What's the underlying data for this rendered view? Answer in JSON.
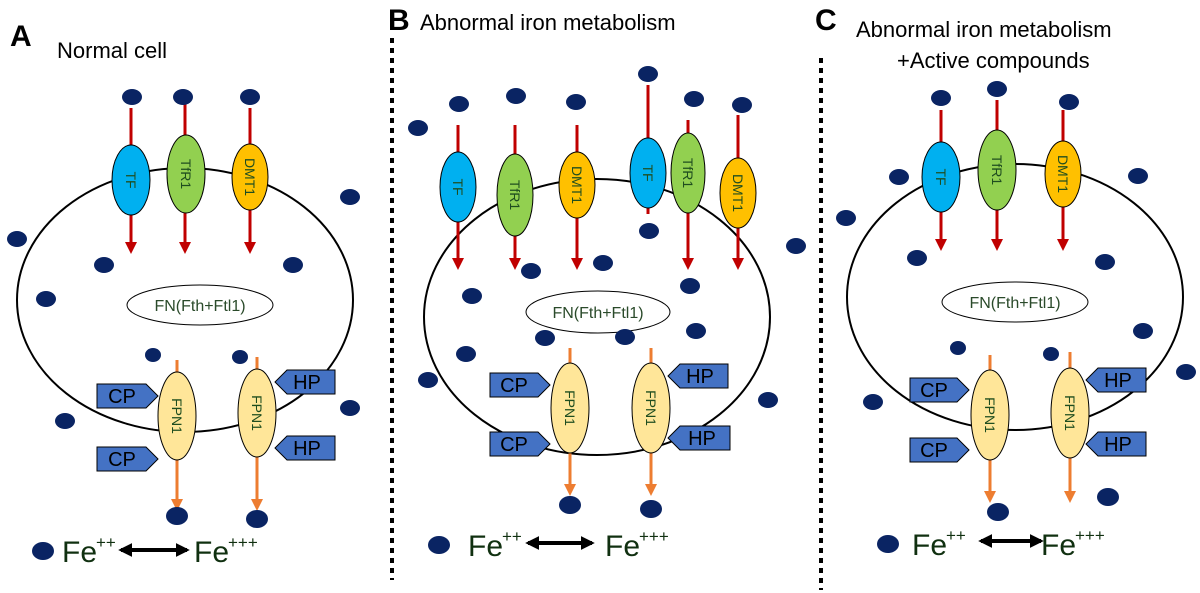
{
  "panels": [
    {
      "letter": "A",
      "title_lines": [
        "Normal cell"
      ],
      "receptors": [
        {
          "label": "TF"
        },
        {
          "label": "TfR1"
        },
        {
          "label": "DMT1"
        }
      ],
      "ferritin": "FN(Fth+Ftl1)",
      "exporters": [
        {
          "label": "FPN1"
        },
        {
          "label": "FPN1"
        }
      ],
      "cp_labels": [
        "CP",
        "CP"
      ],
      "hp_labels": [
        "HP",
        "HP"
      ],
      "equation": {
        "left": "Fe",
        "left_sup": "++",
        "right": "Fe",
        "right_sup": "+++"
      }
    },
    {
      "letter": "B",
      "title_lines": [
        "Abnormal iron metabolism"
      ],
      "receptors": [
        {
          "label": "TF"
        },
        {
          "label": "TfR1"
        },
        {
          "label": "DMT1"
        },
        {
          "label": "TF"
        },
        {
          "label": "TfR1"
        },
        {
          "label": "DMT1"
        }
      ],
      "ferritin": "FN(Fth+Ftl1)",
      "exporters": [
        {
          "label": "FPN1"
        },
        {
          "label": "FPN1"
        }
      ],
      "cp_labels": [
        "CP",
        "CP"
      ],
      "hp_labels": [
        "HP",
        "HP"
      ],
      "equation": {
        "left": "Fe",
        "left_sup": "++",
        "right": "Fe",
        "right_sup": "+++"
      }
    },
    {
      "letter": "C",
      "title_lines": [
        "Abnormal iron metabolism",
        "+Active compounds"
      ],
      "receptors": [
        {
          "label": "TF"
        },
        {
          "label": "TfR1"
        },
        {
          "label": "DMT1"
        }
      ],
      "ferritin": "FN(Fth+Ftl1)",
      "exporters": [
        {
          "label": "FPN1"
        },
        {
          "label": "FPN1"
        }
      ],
      "cp_labels": [
        "CP",
        "CP"
      ],
      "hp_labels": [
        "HP",
        "HP"
      ],
      "equation": {
        "left": "Fe",
        "left_sup": "++",
        "right": "Fe",
        "right_sup": "+++"
      }
    }
  ],
  "colors": {
    "TF": "#00b0f0",
    "TfR1": "#92d050",
    "DMT1": "#ffc000",
    "FPN1": "#ffe699",
    "regulator": "#4472c4",
    "iron": "#0a2463",
    "import_arrow": "#c00000",
    "export_arrow": "#ed7d31"
  }
}
